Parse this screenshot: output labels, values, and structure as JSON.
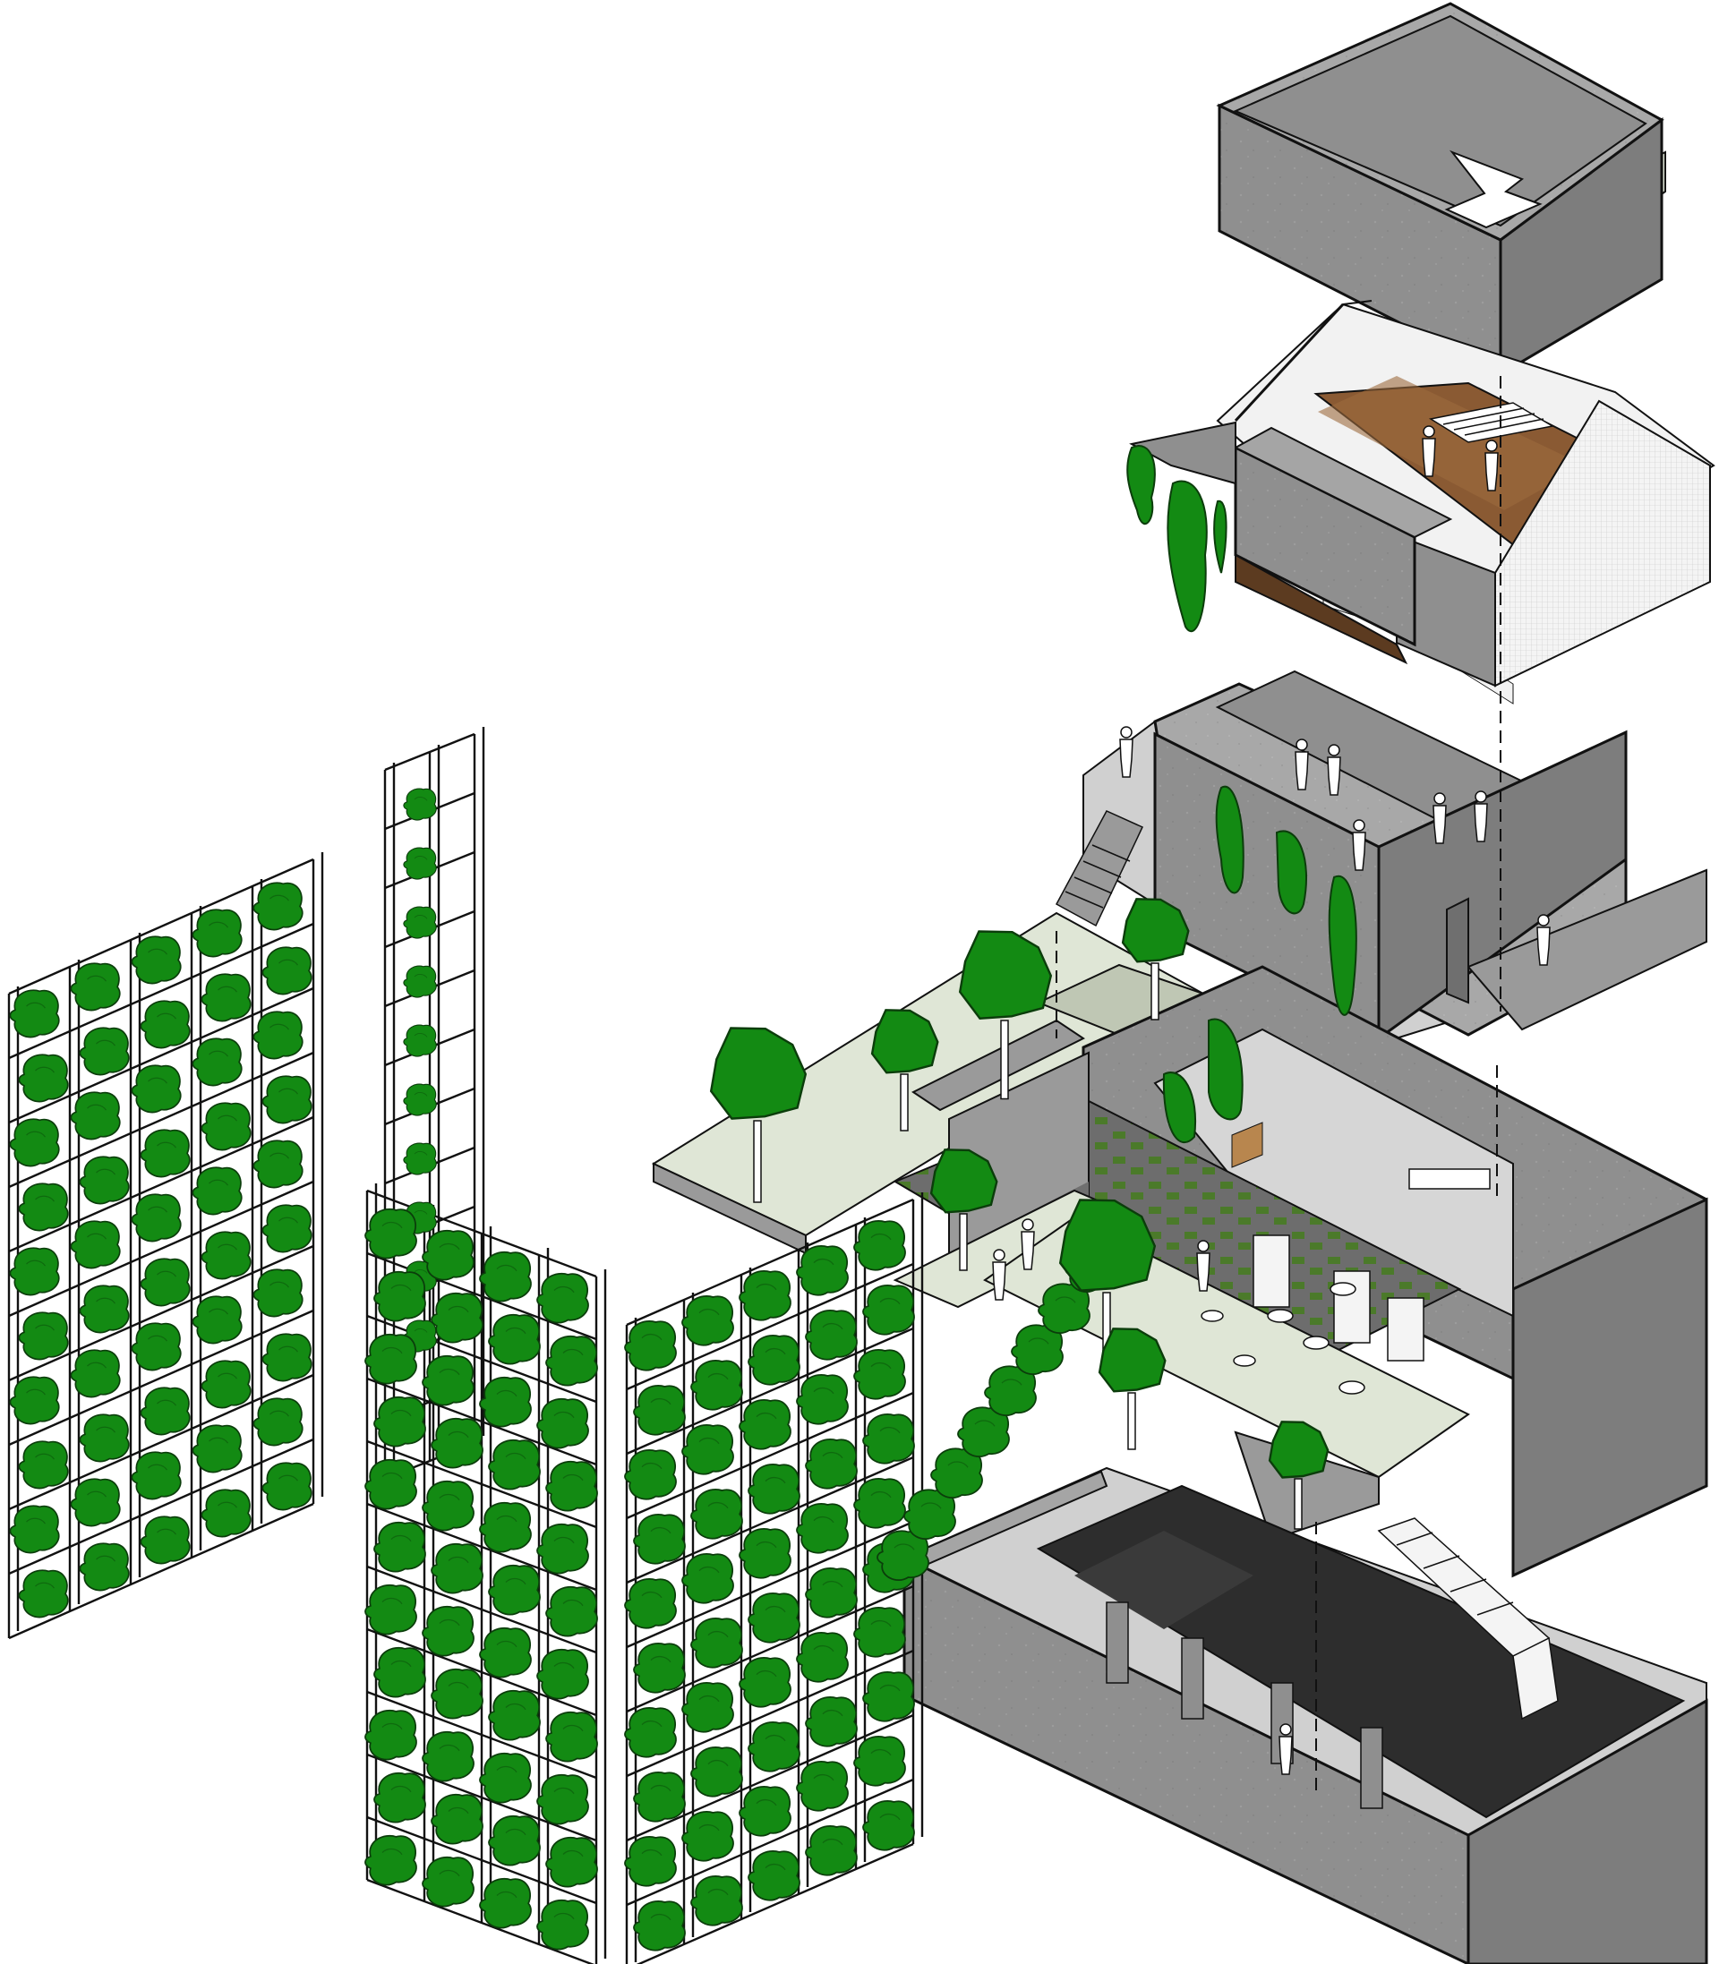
{
  "diagram": {
    "kind": "exploded-axonometric-architecture",
    "labels": [],
    "palette": {
      "background": "#ffffff",
      "concrete_wall": "#8f8f8f",
      "concrete_wall_dark": "#7d7d7d",
      "concrete_top": "#a5a5a5",
      "line": "#111111",
      "foliage": "#138a13",
      "foliage_dark": "#0b5e0b",
      "wood_floor": "#8a5a33",
      "dark_floor": "#2d2d2d",
      "terrace": "#dfe6d6",
      "white_wall": "#f2f2f2"
    },
    "components": [
      "roof-box",
      "upper-floor-with-wood-deck",
      "middle-floor",
      "garden-terrace",
      "ground-floor-living",
      "basement-dark-floor",
      "green-facade-trellis-left",
      "green-facade-trellis-tall",
      "green-facade-trellis-front",
      "hanging-plants",
      "trees",
      "human-figures",
      "stairs"
    ]
  }
}
